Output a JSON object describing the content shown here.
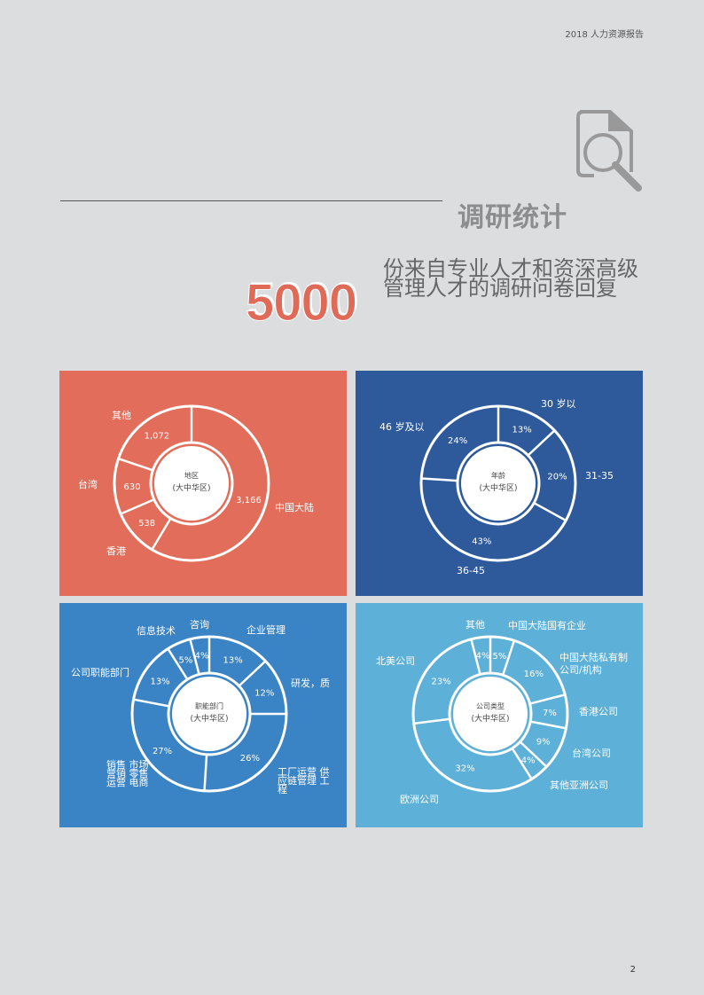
{
  "header": {
    "report_title": "2018 人力资源报告"
  },
  "section": {
    "title": "调研统计",
    "icon": "document-search-icon"
  },
  "hero": {
    "number": "5000",
    "line1": "份来自专业人才和资深高级",
    "line2": "管理人才的调研问卷回复"
  },
  "page_number": "2",
  "chart_data": [
    {
      "type": "pie",
      "variant": "donut",
      "bg": "#e26d5a",
      "center_title": "地区",
      "center_sub": "(大中华区)",
      "categories": [
        "中国大陆",
        "香港",
        "台湾",
        "其他"
      ],
      "values": [
        3166,
        538,
        630,
        1072
      ],
      "value_labels": [
        "3,166",
        "538",
        "630",
        "1,072"
      ]
    },
    {
      "type": "pie",
      "variant": "donut",
      "bg": "#2e5a9c",
      "center_title": "年龄",
      "center_sub": "(大中华区)",
      "categories": [
        "30 岁以",
        "31-35",
        "36-45",
        "46 岁及以"
      ],
      "values": [
        13,
        20,
        43,
        24
      ],
      "value_labels": [
        "13%",
        "20%",
        "43%",
        "24%"
      ]
    },
    {
      "type": "pie",
      "variant": "donut",
      "bg": "#3a83c5",
      "center_title": "职能部门",
      "center_sub": "(大中华区)",
      "categories": [
        "企业管理",
        "研发，质",
        "工厂运营 供应链管理 工程",
        "销售 市场营销 零售运营 电商",
        "公司职能部门",
        "信息技术",
        "咨询"
      ],
      "values": [
        13,
        12,
        26,
        27,
        13,
        5,
        4
      ],
      "value_labels": [
        "13%",
        "12%",
        "26%",
        "27%",
        "13%",
        "5%",
        "4%"
      ]
    },
    {
      "type": "pie",
      "variant": "donut",
      "bg": "#5db0d7",
      "center_title": "公司类型",
      "center_sub": "(大中华区)",
      "categories": [
        "中国大陆国有企业",
        "中国大陆私有制公司/机构",
        "香港公司",
        "台湾公司",
        "其他亚洲公司",
        "欧洲公司",
        "北美公司",
        "其他"
      ],
      "values": [
        5,
        16,
        7,
        9,
        4,
        32,
        23,
        4
      ],
      "value_labels": [
        "5%",
        "16%",
        "7%",
        "9%",
        "4%",
        "32%",
        "23%",
        "4%"
      ]
    }
  ]
}
